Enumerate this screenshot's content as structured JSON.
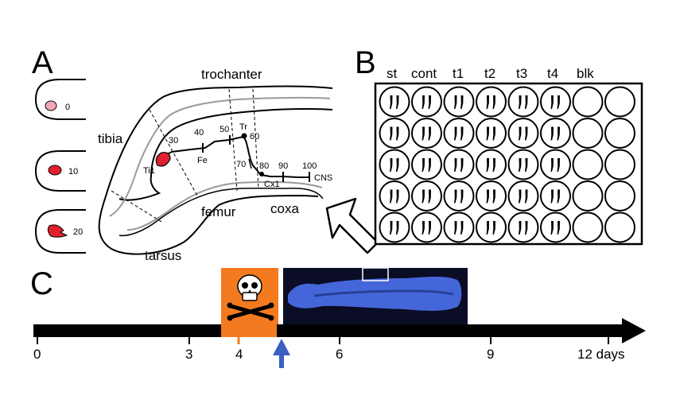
{
  "panels": {
    "a": "A",
    "b": "B",
    "c": "C"
  },
  "leg": {
    "segments": {
      "trochanter": "trochanter",
      "tibia": "tibia",
      "femur": "femur",
      "coxa": "coxa",
      "tarsus": "tarsus"
    },
    "neuron_labels": {
      "ti1": "Ti1",
      "fe": "Fe",
      "tr": "Tr",
      "cx1": "Cx1",
      "cns": "CNS"
    },
    "path_percent": [
      "30",
      "40",
      "50",
      "60",
      "70",
      "80",
      "90",
      "100"
    ]
  },
  "limb_buds": [
    {
      "value": "0",
      "color": "#f4a6b5"
    },
    {
      "value": "10",
      "color": "#e0202e"
    },
    {
      "value": "20",
      "color": "#e0202e"
    }
  ],
  "plate": {
    "columns": [
      "st",
      "cont",
      "t1",
      "t2",
      "t3",
      "t4",
      "blk"
    ],
    "rows": 5,
    "cols": 8,
    "filled_cols": 6
  },
  "timeline": {
    "ticks": [
      "0",
      "3",
      "4",
      "6",
      "9",
      "12 days"
    ],
    "toxin_color": "#f47a20",
    "arrow_color": "#3b5fc0",
    "embryo_bg": "#0b0d26"
  }
}
